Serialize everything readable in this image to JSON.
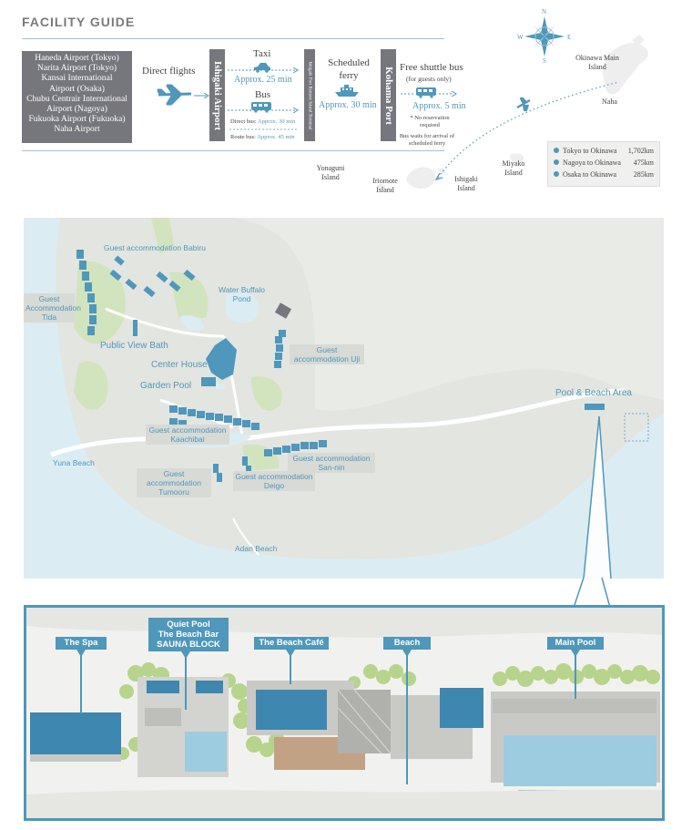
{
  "title": "FACILITY GUIDE",
  "origins": [
    "Haneda Airport (Tokyo)",
    "Narita Airport (Tokyo)",
    "Kansai International",
    "Airport (Osaka)",
    "Chubu Centrair International",
    "Airport (Nagoya)",
    "Fukuoka Airport (Fukuoka)",
    "Naha Airport"
  ],
  "route": {
    "direct_flights": "Direct flights",
    "ishigaki_airport": "Ishigaki Airport",
    "taxi": "Taxi",
    "taxi_time": "Approx. 25 min",
    "bus": "Bus",
    "direct_bus_label": "Direct bus:",
    "direct_bus_time": "Approx. 30 min",
    "route_bus_label": "Route bus:",
    "route_bus_time": "Approx. 45 min",
    "ferry_terminal": "Ishigaki Port Remote Island Terminal",
    "scheduled_ferry": "Scheduled ferry",
    "ferry_time": "Approx. 30 min",
    "kohama_port": "Kohama Port",
    "shuttle": "Free shuttle bus",
    "shuttle_note": "(for guests only)",
    "shuttle_time": "Approx. 5 min",
    "no_reservation": "* No reservation required",
    "bus_waits": "Bus waits for arrival of scheduled ferry"
  },
  "region_map": {
    "compass": {
      "n": "N",
      "e": "E",
      "s": "S",
      "w": "W"
    },
    "okinawa_main": "Okinawa Main Island",
    "naha": "Naha",
    "yonaguni": "Yonaguni Island",
    "iriomote": "Iriomote Island",
    "ishigaki": "Ishigaki Island",
    "miyako": "Miyako Island",
    "legend": [
      {
        "label": "Tokyo to Okinawa",
        "km": "1,702km"
      },
      {
        "label": "Nagoya to Okinawa",
        "km": "475km"
      },
      {
        "label": "Osaka to Okinawa",
        "km": "285km"
      }
    ]
  },
  "resort_map": {
    "babiru": "Guest accommodation Babiru",
    "tida": "Guest Accommodation Tida",
    "water_buffalo": "Water Buffalo Pond",
    "public_bath": "Public View Bath",
    "center_house": "Center House",
    "garden_pool": "Garden Pool",
    "uji": "Guest accommodation Uji",
    "kaachibai": "Guest accommodation Kaachibai",
    "yuna": "Yuna Beach",
    "san_nin": "Guest accommodation San-nin",
    "tumooru": "Guest accommodation Tumooru",
    "deigo": "Guest accommodation Deigo",
    "adan": "Adan Beach",
    "pool_beach": "Pool & Beach Area"
  },
  "detail": {
    "spa": "The Spa",
    "quiet_pool": "Quiet Pool",
    "beach_bar": "The Beach Bar",
    "sauna": "SAUNA BLOCK",
    "beach_cafe": "The Beach Café",
    "beach": "Beach",
    "main_pool": "Main Pool"
  },
  "colors": {
    "accent": "#4f97bb",
    "panel": "#76767d",
    "land": "#e9ebe7",
    "sea": "#dcecf3",
    "green": "#cde3b4"
  }
}
